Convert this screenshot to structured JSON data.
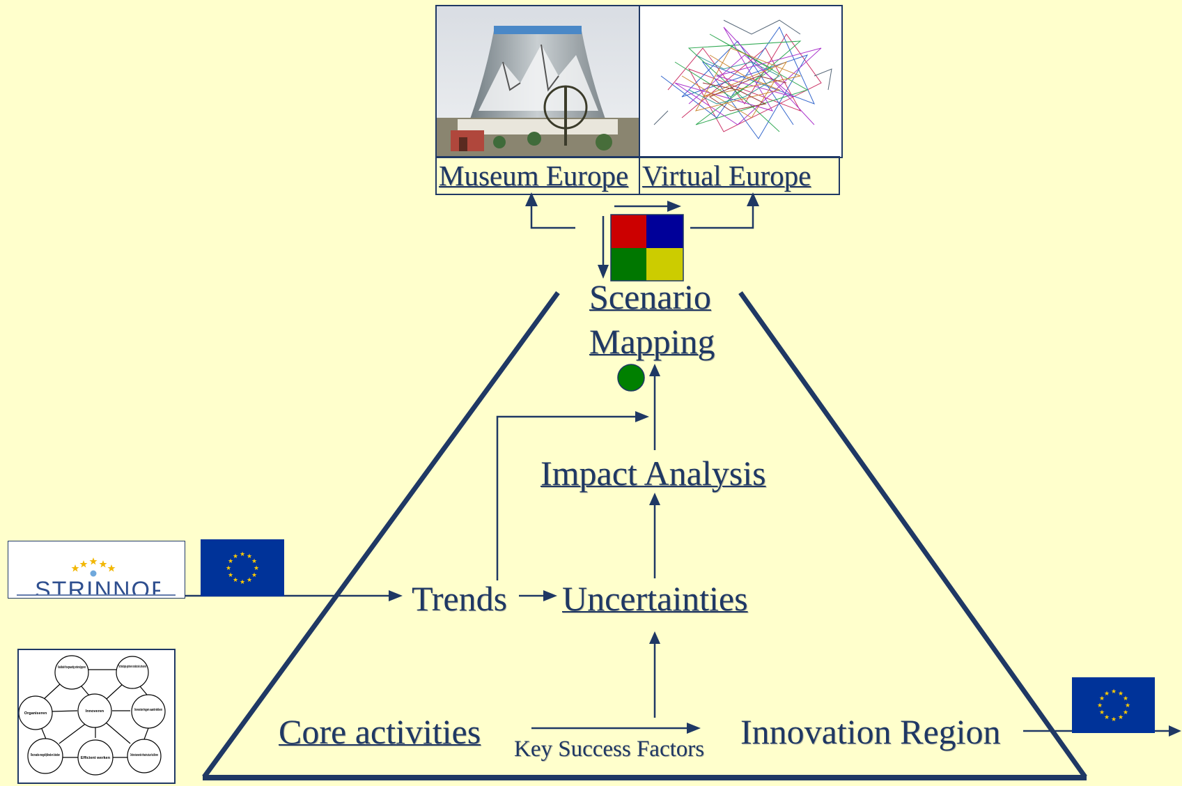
{
  "images": {
    "museum_photo": "cooling-tower-amusement-park-photo",
    "virtual_graphic": "tangled-network-graph"
  },
  "links": {
    "museum_europe": "Museum Europe",
    "virtual_europe": "Virtual Europe",
    "scenario_line1": "Scenario ",
    "scenario_line2": "Mapping",
    "impact_analysis": "Impact Analysis",
    "uncertainties": "Uncertainties",
    "core_activities": "Core activities"
  },
  "labels": {
    "trends": "Trends",
    "innovation_region": "Innovation Region",
    "key_success_factors": "Key Success Factors"
  },
  "strinnop": {
    "text": "STRINNOP",
    "icon": "strinnop-logo"
  },
  "network": {
    "nodes": [
      "Kwalitatief hoogwaardig onderwijsgeven",
      "Technologie-gedreven onderzoek uitvoeren",
      "Organiseren",
      "Innoveren",
      "Investeringen aantrekken",
      "Recreatie-mogelijkheden bieden",
      "Efficient werken",
      "Ondersteunende infrastructuur faciliteren"
    ]
  },
  "colors": {
    "background": "#ffffcc",
    "navy": "#1f3864",
    "eu_blue": "#003399",
    "eu_star": "#ffcc00",
    "quad_red": "#cc0000",
    "quad_blue": "#000099",
    "quad_green": "#007700",
    "quad_yellow": "#cccc00",
    "dot_green": "#008000"
  },
  "icons": {
    "eu_flag": "eu-flag-icon",
    "quadrant": "scenario-quadrant-icon",
    "dot": "green-dot-icon"
  }
}
